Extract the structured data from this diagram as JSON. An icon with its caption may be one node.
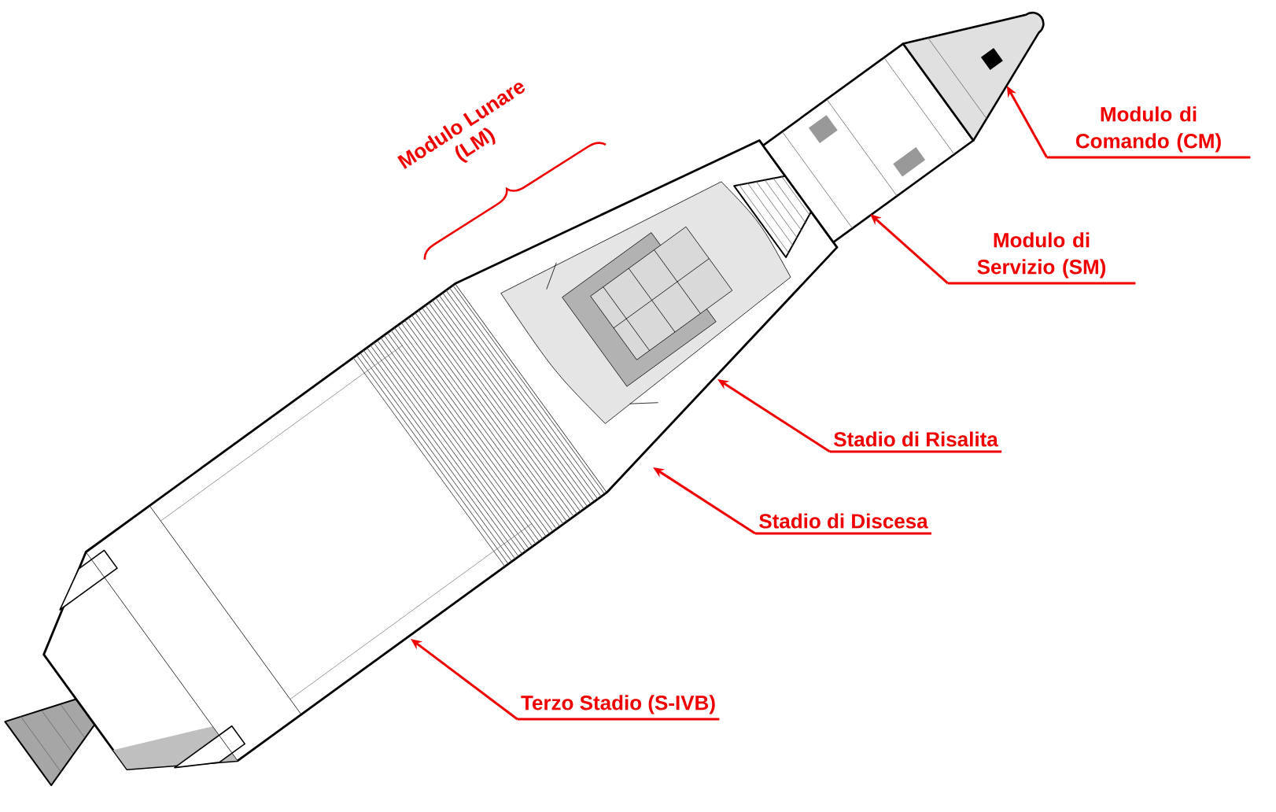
{
  "diagram": {
    "nodes": [
      {
        "text": [
          "Modulo di Comando (CM)"
        ]
      },
      {
        "text": [
          "Modulo di Servizio (SM)"
        ]
      },
      {
        "text": [
          "Stadio di Risalita"
        ]
      },
      {
        "text": [
          "Stadio di Discesa"
        ]
      },
      {
        "text": [
          "Terzo Stadio (S-IVB)"
        ]
      },
      {
        "text": [],
        "shape": "picture"
      }
    ],
    "edges": [
      {
        "from": 0,
        "to": 5,
        "arrow": "to"
      },
      {
        "from": 1,
        "to": null,
        "arrow": "to"
      },
      {
        "from": 2,
        "to": null,
        "arrow": "to"
      },
      {
        "from": 3,
        "to": null,
        "arrow": "to"
      },
      {
        "from": 4,
        "to": null,
        "arrow": "to"
      }
    ],
    "labels": [
      "Modulo Lunare (LM)"
    ]
  }
}
